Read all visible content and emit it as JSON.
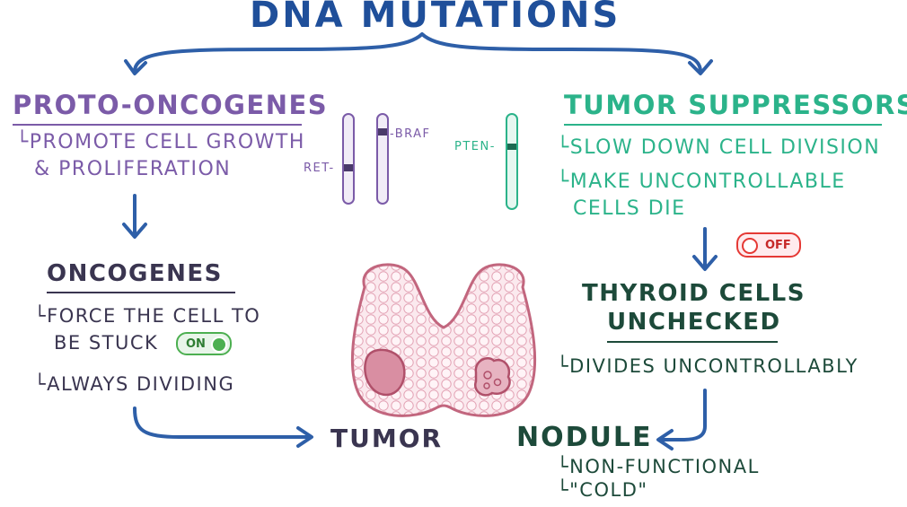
{
  "title": "DNA MUTATIONS",
  "proto_oncogenes": {
    "heading": "PROTO-ONCOGENES",
    "lines": [
      "└PROMOTE CELL GROWTH",
      "& PROLIFERATION"
    ]
  },
  "oncogenes": {
    "heading": "ONCOGENES",
    "lines": [
      "└FORCE THE CELL TO",
      "BE STUCK",
      "└ALWAYS DIVIDING"
    ],
    "toggle": "ON"
  },
  "tumor_suppressors": {
    "heading": "TUMOR SUPPRESSORS",
    "lines": [
      "└SLOW DOWN CELL DIVISION",
      "└MAKE UNCONTROLLABLE",
      "CELLS DIE"
    ],
    "toggle": "OFF"
  },
  "thyroid_cells": {
    "heading_lines": [
      "THYROID CELLS",
      "UNCHECKED"
    ],
    "lines": [
      "└DIVIDES UNCONTROLLABLY"
    ]
  },
  "genes": {
    "ret": "RET-",
    "braf": "-BRAF",
    "pten": "PTEN-"
  },
  "tumor": "TUMOR",
  "nodule": {
    "heading": "NODULE",
    "lines": [
      "└NON-FUNCTIONAL",
      "└\"COLD\""
    ]
  },
  "colors": {
    "title": "#1f4f9a",
    "proto": "#7b5ba8",
    "onco": "#3a3550",
    "suppressor": "#2bb38a",
    "thyroid": "#1d4a3a",
    "arrow": "#2e5fa8",
    "toggle_on": "#4caf50",
    "toggle_off": "#e53935",
    "gland": "#c2667e"
  }
}
